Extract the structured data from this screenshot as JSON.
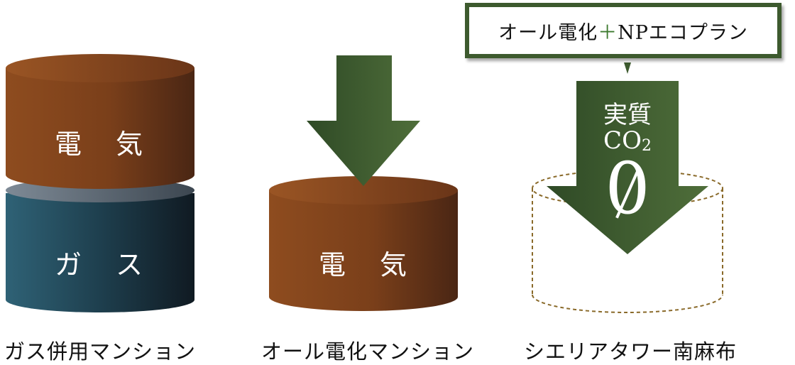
{
  "columns": [
    {
      "caption": "ガス併用マンション",
      "cylinders": {
        "top_label": "電 気",
        "bottom_label": "ガ ス"
      }
    },
    {
      "caption": "オール電化マンション",
      "cylinder_label": "電 気"
    },
    {
      "caption": "シエリアタワー南麻布",
      "plan_box": {
        "text_before": "オール電化",
        "plus": "＋",
        "text_after": "NPエコプラン"
      },
      "arrow_text": {
        "line1": "実質",
        "co2_main": "CO",
        "co2_sub": "2",
        "value": "0"
      }
    }
  ],
  "colors": {
    "electric_light": "#8e4c1f",
    "electric_dark": "#4a2614",
    "gas_light": "#2c5a6c",
    "gas_dark": "#111c26",
    "arrow_green_dark": "#2f4a26",
    "arrow_green_light": "#4f6e3a",
    "box_border": "#3d5a2e",
    "dashed": "#8a6a2a"
  }
}
